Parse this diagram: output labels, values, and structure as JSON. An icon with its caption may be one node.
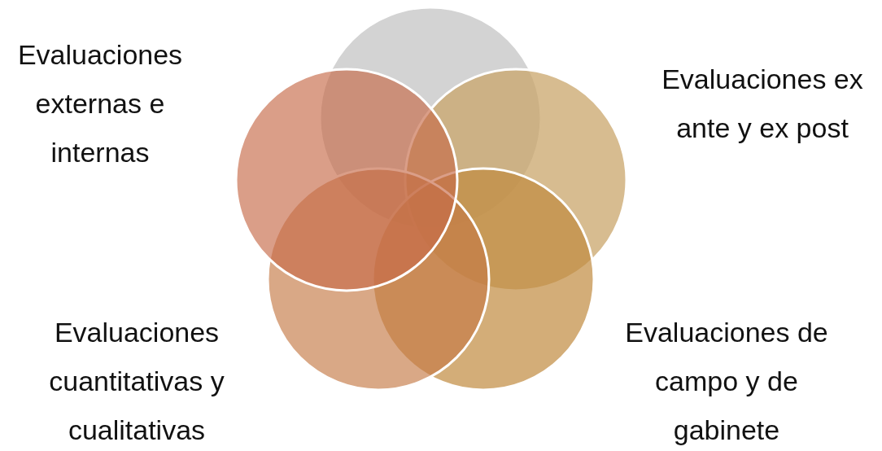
{
  "diagram": {
    "labels": [
      "Evaluaciones externas e internas",
      "Evaluaciones ex ante y ex post",
      "Evaluaciones cuantitativas y cualitativas",
      "Evaluaciones de campo y de gabinete"
    ]
  }
}
